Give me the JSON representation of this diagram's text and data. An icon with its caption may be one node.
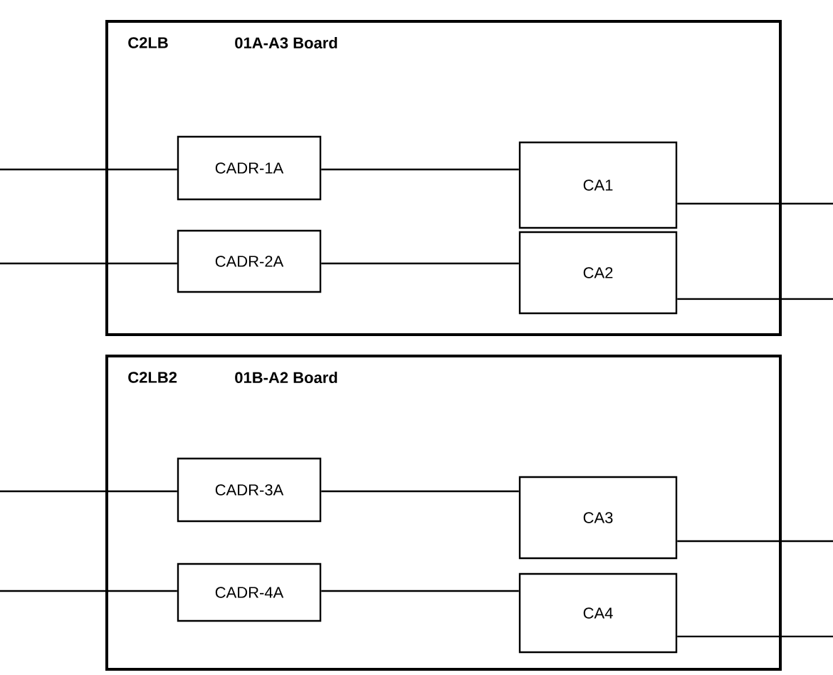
{
  "diagram": {
    "nodes": [
      {
        "text": [
          "C2LB",
          "01A-A3 Board"
        ]
      },
      {
        "text": [
          "CADR-1A"
        ],
        "in": 0
      },
      {
        "text": [
          "CA1"
        ],
        "in": 0
      },
      {
        "text": [
          "CADR-2A"
        ],
        "in": 0
      },
      {
        "text": [
          "CA2"
        ],
        "in": 0
      },
      {
        "text": [
          "C2LB2",
          "01B-A2 Board"
        ]
      },
      {
        "text": [
          "CADR-3A"
        ],
        "in": 5
      },
      {
        "text": [
          "CA3"
        ],
        "in": 5
      },
      {
        "text": [
          "CADR-4A"
        ],
        "in": 5
      },
      {
        "text": [
          "CA4"
        ],
        "in": 5
      }
    ],
    "edges": [
      {
        "from": null,
        "to": 1,
        "arrow": "none"
      },
      {
        "from": 1,
        "to": 2,
        "arrow": "none"
      },
      {
        "from": 2,
        "to": null,
        "arrow": "none"
      },
      {
        "from": null,
        "to": 3,
        "arrow": "none"
      },
      {
        "from": 3,
        "to": 4,
        "arrow": "none"
      },
      {
        "from": 4,
        "to": null,
        "arrow": "none"
      },
      {
        "from": null,
        "to": 6,
        "arrow": "none"
      },
      {
        "from": 6,
        "to": 7,
        "arrow": "none"
      },
      {
        "from": 7,
        "to": null,
        "arrow": "none"
      },
      {
        "from": null,
        "to": 8,
        "arrow": "none"
      },
      {
        "from": 8,
        "to": 9,
        "arrow": "none"
      },
      {
        "from": 9,
        "to": null,
        "arrow": "none"
      }
    ]
  }
}
